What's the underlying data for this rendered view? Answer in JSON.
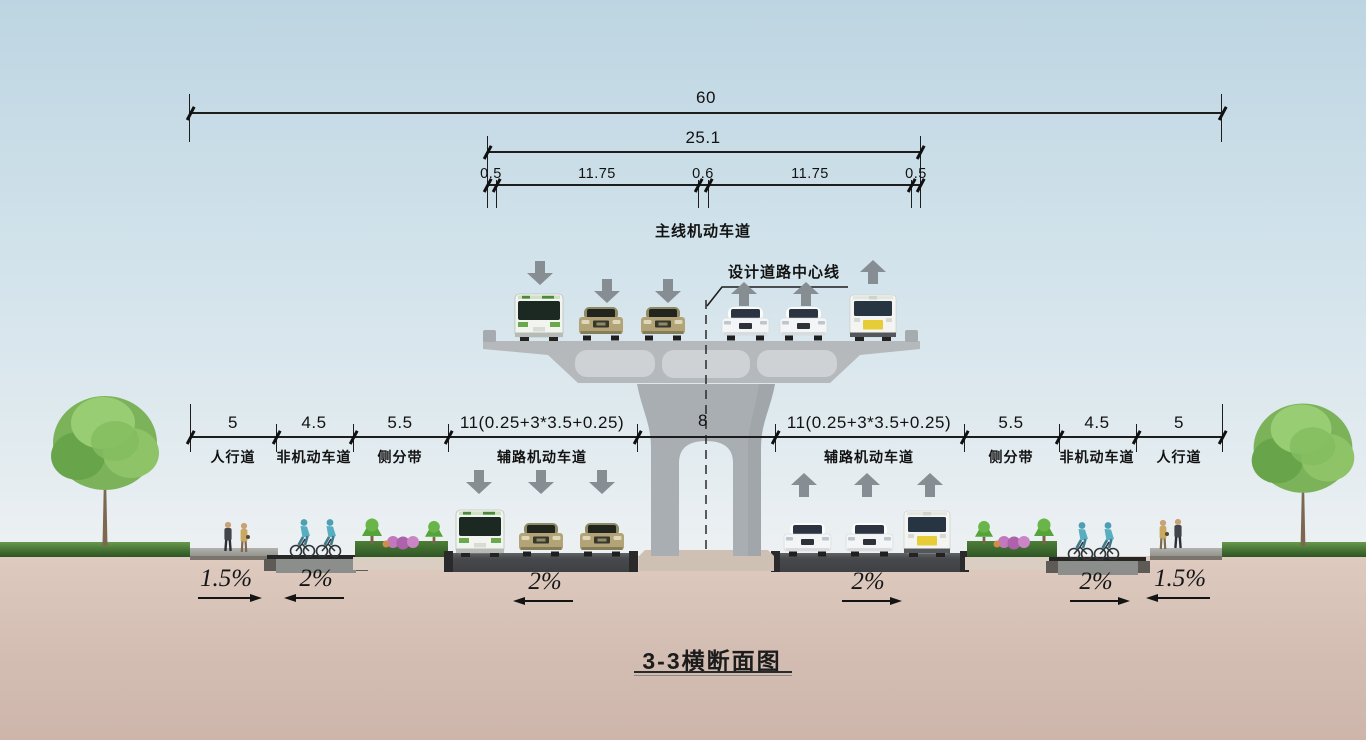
{
  "title": {
    "text": "3-3横断面图"
  },
  "upper_dimensions": {
    "total_width": "60",
    "deck_width": "25.1",
    "deck_segments": [
      "0.5",
      "11.75",
      "0.6",
      "11.75",
      "0.5"
    ],
    "deck_lane_label": "主线机动车道",
    "centerline_label": "设计道路中心线"
  },
  "ground_dimensions": {
    "segments": [
      {
        "width": "5",
        "name": "人行道"
      },
      {
        "width": "4.5",
        "name": "非机动车道"
      },
      {
        "width": "5.5",
        "name": "侧分带"
      },
      {
        "width": "11(0.25+3*3.5+0.25)",
        "name": "辅路机动车道"
      },
      {
        "width": "8",
        "name": ""
      },
      {
        "width": "11(0.25+3*3.5+0.25)",
        "name": "辅路机动车道"
      },
      {
        "width": "5.5",
        "name": "侧分带"
      },
      {
        "width": "4.5",
        "name": "非机动车道"
      },
      {
        "width": "5",
        "name": "人行道"
      }
    ]
  },
  "slopes": [
    {
      "label": "1.5%",
      "direction": "right"
    },
    {
      "label": "2%",
      "direction": "left"
    },
    {
      "label": "2%",
      "direction": "left"
    },
    {
      "label": "2%",
      "direction": "right"
    },
    {
      "label": "2%",
      "direction": "right"
    },
    {
      "label": "1.5%",
      "direction": "left"
    }
  ],
  "colors": {
    "sky_top": "#bdd5e2",
    "sky_bottom": "#ecf0f1",
    "earth": "#d7c2b7",
    "girder_gray": "#b5b9bc",
    "pier_gray": "#a9aeb2",
    "road_dark": "#46484b",
    "grass_green": "#4c7c3a",
    "arrow_gray": "#868e93",
    "dimension_ink": "#1d1d1d"
  }
}
